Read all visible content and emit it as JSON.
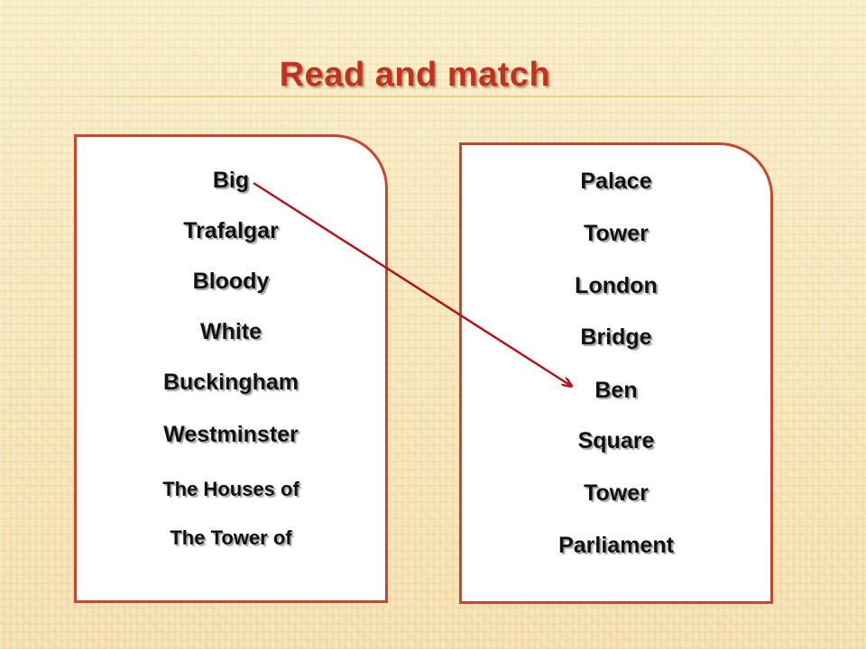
{
  "title": "Read and match",
  "left_words": [
    "Big",
    "Trafalgar",
    "Bloody",
    "White",
    "Buckingham",
    "Westminster",
    "The Houses of",
    "The Tower of"
  ],
  "right_words": [
    "Palace",
    "Tower",
    "London",
    "Bridge",
    "Ben",
    "Square",
    "Tower",
    "Parliament"
  ],
  "match": {
    "from": "Big",
    "to": "Ben"
  },
  "colors": {
    "title": "#c0321e",
    "border": "#c8462e",
    "arrow": "#b3141c"
  }
}
